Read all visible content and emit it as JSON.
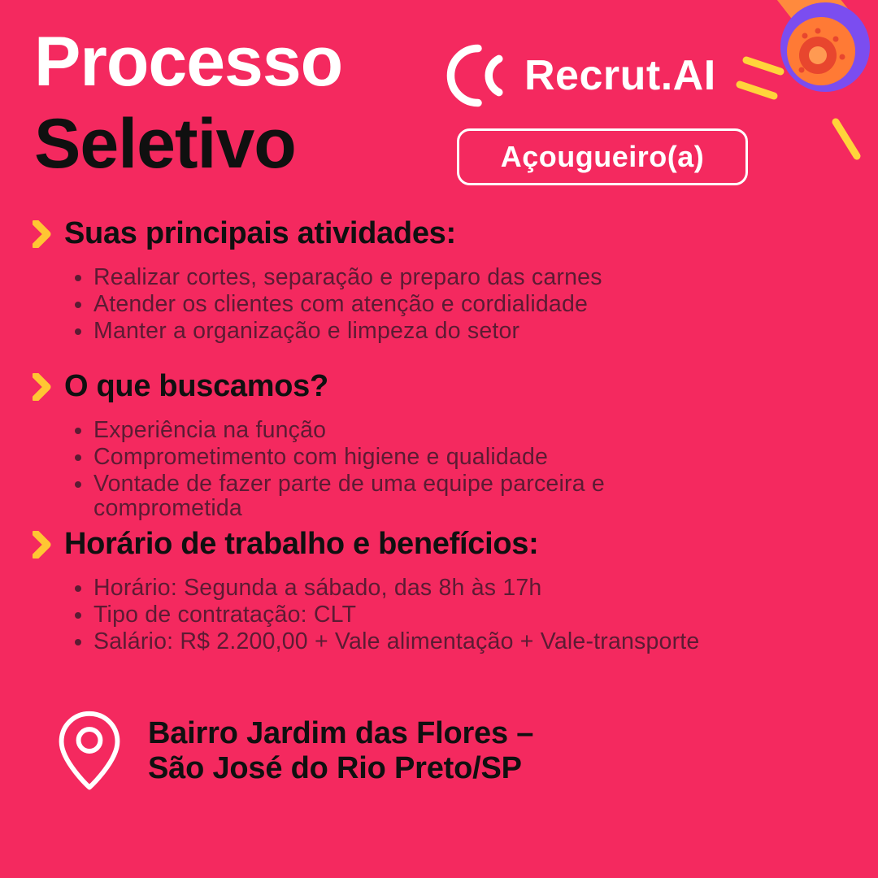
{
  "colors": {
    "background": "#F4295F",
    "accent_yellow": "#FFC633",
    "heading": "#101010",
    "body_text": "#5C1B33",
    "white": "#FFFFFF",
    "megaphone_purple": "#7B4DF0",
    "megaphone_orange": "#FF7A35",
    "megaphone_red": "#E8462E"
  },
  "header": {
    "title_line1": "Processo",
    "title_line2": "Seletivo",
    "logo_text": "Recrut.AI",
    "role_badge": "Açougueiro(a)"
  },
  "sections": [
    {
      "heading": "Suas principais atividades:",
      "items": [
        "Realizar cortes, separação e preparo das carnes",
        "Atender os clientes com atenção e cordialidade",
        "Manter a organização e limpeza do setor"
      ]
    },
    {
      "heading": "O que buscamos?",
      "items": [
        "Experiência na função",
        "Comprometimento com higiene e qualidade",
        "Vontade de fazer parte de uma equipe parceira e comprometida"
      ]
    },
    {
      "heading": "Horário de trabalho e benefícios:",
      "items": [
        "Horário: Segunda a sábado, das 8h às 17h",
        "Tipo de contratação: CLT",
        "Salário: R$ 2.200,00 + Vale alimentação + Vale-transporte"
      ]
    }
  ],
  "footer": {
    "location_line1": "Bairro Jardim das Flores –",
    "location_line2": "São José do Rio Preto/SP"
  }
}
